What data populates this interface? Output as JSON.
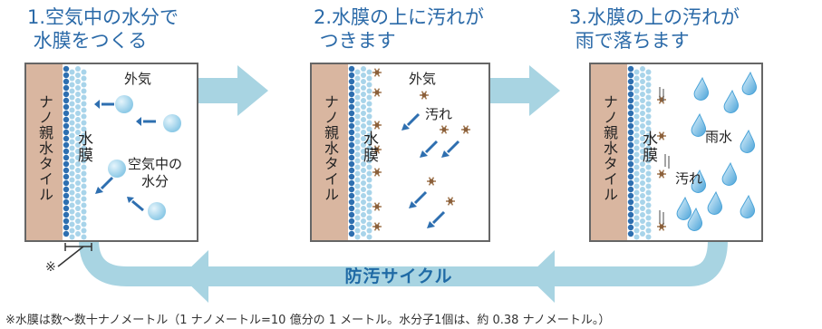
{
  "steps": [
    {
      "title": "1.空気中の水分で\n 水膜をつくる",
      "tile": "ナノ親水タイル",
      "film": "水膜",
      "outside_air": "外気",
      "moisture": "空気中の\n水分"
    },
    {
      "title": "2.水膜の上に汚れが\n つきます",
      "tile": "ナノ親水タイル",
      "film": "水膜",
      "outside_air": "外気",
      "dirt": "汚れ"
    },
    {
      "title": "3.水膜の上の汚れが\n 雨で落ちます",
      "tile": "ナノ親水タイル",
      "film": "水膜",
      "rain": "雨水",
      "dirt": "汚れ"
    }
  ],
  "cycle_label": "防汚サイクル",
  "asterisk": "※",
  "footnote": "※水膜は数〜数十ナノメートル（1 ナノメートル=10 億分の 1 メートル。水分子1個は、約 0.38 ナノメートル。）",
  "colors": {
    "title_blue": "#2b6aa8",
    "tile_brown": "#d9b6a0",
    "film_dark": "#2e6fb0",
    "film_light": "#a8d4ea",
    "arrow_band": "#a8d4e2",
    "cycle_text": "#1f6aa5",
    "drop": "#6fb7e0",
    "dirt": "#b08060"
  }
}
